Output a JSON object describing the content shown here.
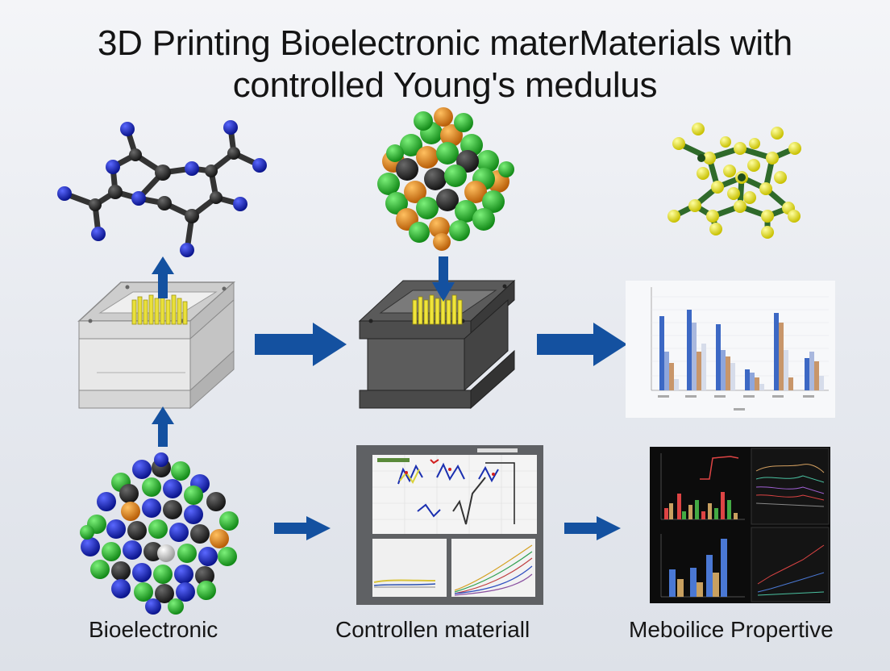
{
  "title": {
    "line1": "3D Printing Bioelectronic materMaterials with",
    "line2": "controlled Young's medulus"
  },
  "captions": {
    "left": "Bioelectronic",
    "center": "Controllen materiall",
    "right": "Meboilice Propertive"
  },
  "colors": {
    "arrow": "#1451a0",
    "atom_blue": "#1424c8",
    "atom_dark": "#2b2b2b",
    "atom_green": "#22c02a",
    "atom_orange": "#e8901c",
    "atom_yellow": "#f2ec2a",
    "bar_blue": "#3c68c4",
    "bar_tan": "#c8966a",
    "bar_light": "#c9d3ea",
    "printer_light": "#d8d8d8",
    "printer_dark": "#565656"
  },
  "icons": {
    "molecule_top_left": "ring-molecule-icon",
    "cluster_top_center": "atom-cluster-icon",
    "cluster_top_right": "lattice-structure-icon",
    "cluster_bottom_left": "nanoparticle-icon",
    "printer_left": "print-bed-icon",
    "printer_center": "print-bed-icon",
    "charts": "chart-thumbnail-icon"
  }
}
